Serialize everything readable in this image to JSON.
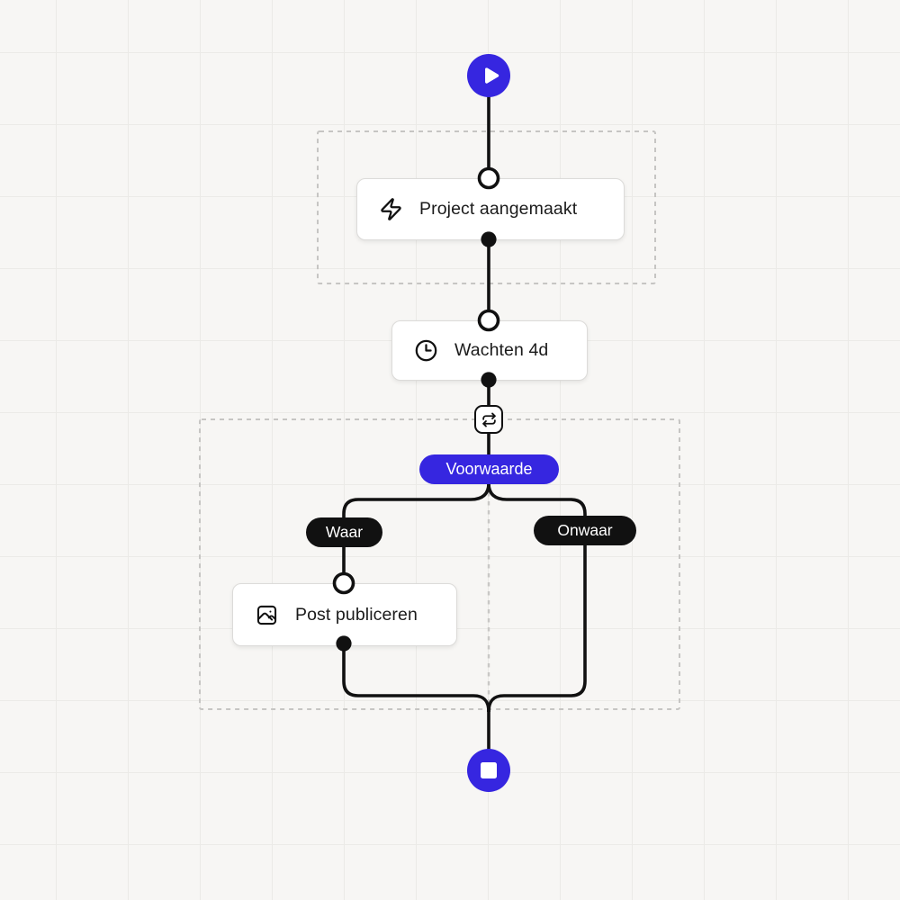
{
  "workflow": {
    "start": {
      "icon": "play-icon"
    },
    "end": {
      "icon": "stop-icon"
    },
    "trigger_group": {
      "role": "trigger-section"
    },
    "condition_group": {
      "role": "condition-section"
    },
    "trigger_node": {
      "label": "Project aangemaakt",
      "icon": "zap-icon"
    },
    "wait_node": {
      "label": "Wachten 4d",
      "icon": "clock-icon"
    },
    "condition_switch": {
      "icon": "swap-arrows-icon"
    },
    "condition_node": {
      "label": "Voorwaarde"
    },
    "branches": {
      "true_label": "Waar",
      "false_label": "Onwaar"
    },
    "action_node": {
      "label": "Post publiceren",
      "icon": "image-icon"
    }
  },
  "colors": {
    "accent": "#3626e0",
    "line": "#111111",
    "node_bg": "#ffffff",
    "node_border": "#dcdbd9",
    "canvas_bg": "#f7f6f4",
    "grid_line": "#ebeae7",
    "group_dash": "#c6c5c3",
    "branch_pill_bg": "#111111",
    "center_guide": "#c9c8c6"
  }
}
